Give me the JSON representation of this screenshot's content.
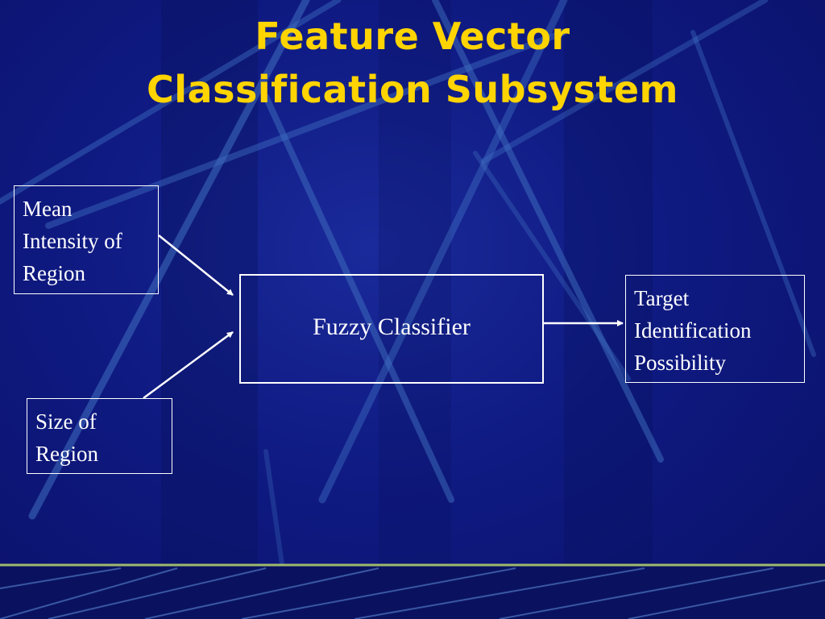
{
  "slide": {
    "title_lines": [
      "Feature Vector",
      "Classification Subsystem"
    ],
    "colors": {
      "background": "#0f1a82",
      "title": "#ffd400",
      "box_border": "#ffffff",
      "text": "#ffffff",
      "accent_stripe": "#b8d870"
    }
  },
  "diagram": {
    "inputs": [
      {
        "lines": [
          "Mean",
          "Intensity of",
          "Region"
        ]
      },
      {
        "lines": [
          "Size of",
          "Region"
        ]
      }
    ],
    "processor": {
      "label": "Fuzzy Classifier"
    },
    "output": {
      "lines": [
        "Target",
        "Identification",
        "Possibility"
      ]
    }
  }
}
